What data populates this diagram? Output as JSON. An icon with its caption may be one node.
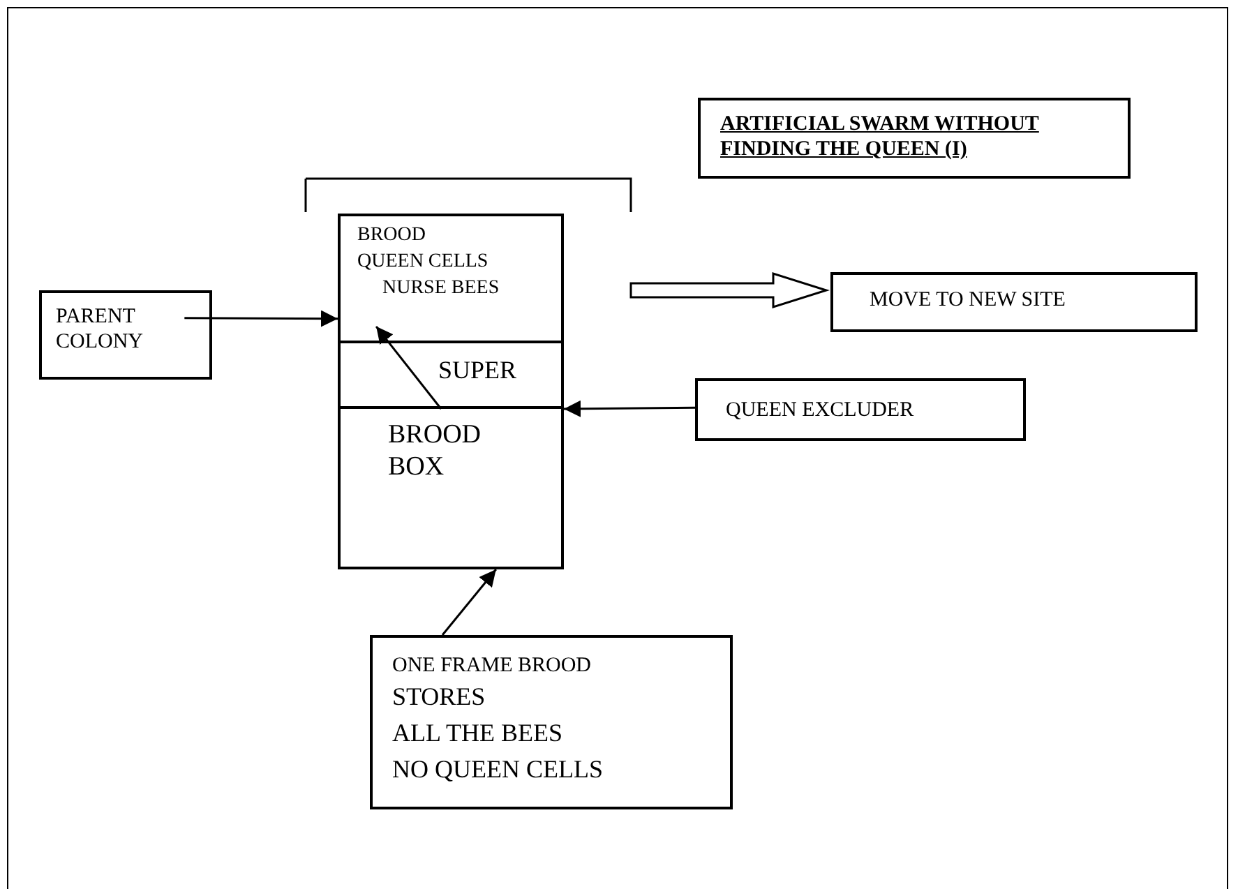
{
  "diagram": {
    "nodes": [
      {
        "text": [
          "ARTIFICIAL SWARM WITHOUT FINDING THE QUEEN (I)"
        ]
      },
      {
        "text": [
          "PARENT COLONY"
        ]
      },
      {
        "text": [
          "BROOD",
          "QUEEN CELLS",
          "NURSE BEES"
        ]
      },
      {
        "text": [
          "SUPER"
        ]
      },
      {
        "text": [
          "BROOD BOX"
        ]
      },
      {
        "text": [
          "MOVE TO NEW SITE"
        ]
      },
      {
        "text": [
          "QUEEN EXCLUDER"
        ]
      },
      {
        "text": [
          "ONE FRAME BROOD",
          "STORES",
          "ALL THE BEES",
          "NO QUEEN CELLS"
        ]
      }
    ],
    "edges": [
      {
        "from": 1,
        "to": 2,
        "arrow": "to"
      },
      {
        "from": 2,
        "to": 5,
        "arrow": "to",
        "style": "thick"
      },
      {
        "from": 6,
        "to": 3,
        "arrow": "to"
      },
      {
        "from": 3,
        "to": 2,
        "arrow": "to"
      },
      {
        "from": 7,
        "to": 4,
        "arrow": "to"
      }
    ]
  }
}
